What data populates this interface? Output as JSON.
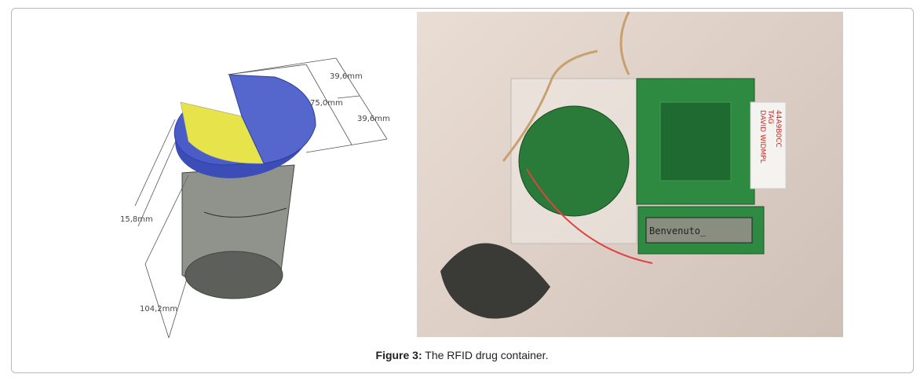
{
  "figure": {
    "cad_dimensions": [
      "39,6mm",
      "75,0mm",
      "39,6mm",
      "15,8mm",
      "104,2mm"
    ],
    "photo_lcd_text": "Benvenuto_",
    "photo_tag_text": [
      "DAVID WIDMPL",
      "TAG",
      "44A9B0CC"
    ],
    "caption_label": "Figure 3:",
    "caption_text": " The RFID drug container."
  }
}
